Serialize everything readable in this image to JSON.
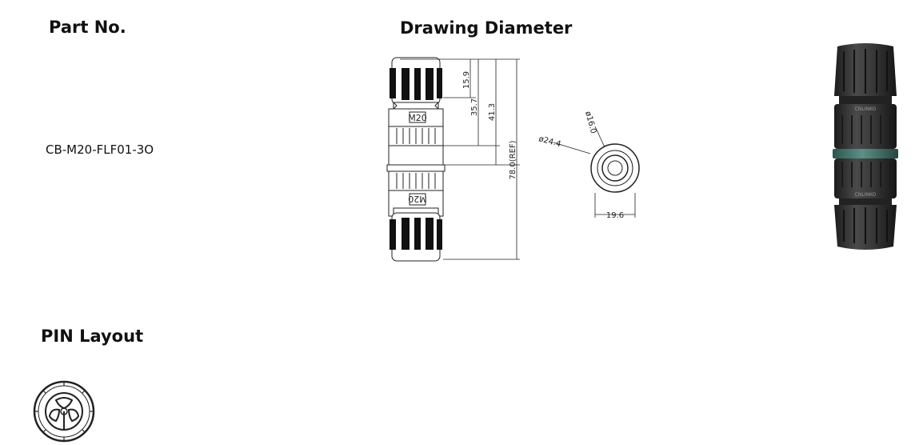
{
  "part": {
    "heading": "Part No.",
    "number": "CB-M20-FLF01-3O"
  },
  "drawing": {
    "heading": "Drawing Diameter",
    "thread_label": "M20",
    "dimensions": {
      "d1": "15.9",
      "d2": "35.7",
      "d3": "41.3",
      "length": "78.0(REF)",
      "outer_dia": "ø24.4",
      "inner_dia": "ø16.0",
      "width": "19.6"
    }
  },
  "photo": {
    "label": "CNLINKO"
  },
  "pin": {
    "heading": "PIN Layout"
  },
  "colors": {
    "accent_band": "#4a7d74",
    "body": "#3a3a3a"
  }
}
